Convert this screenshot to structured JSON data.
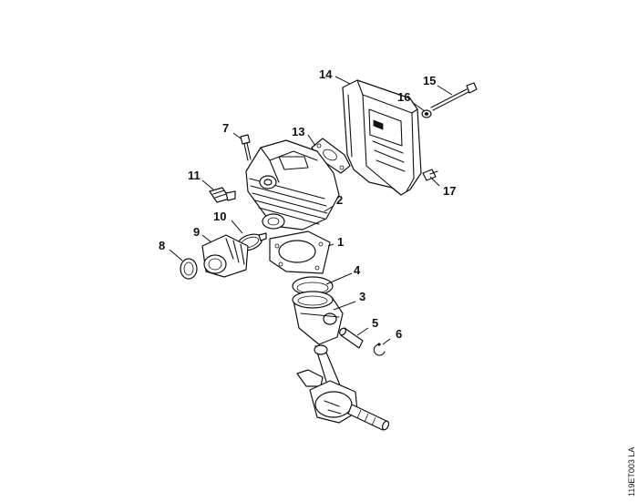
{
  "callouts": [
    {
      "id": "1",
      "label": "1"
    },
    {
      "id": "2",
      "label": "2"
    },
    {
      "id": "3",
      "label": "3"
    },
    {
      "id": "4",
      "label": "4"
    },
    {
      "id": "5",
      "label": "5"
    },
    {
      "id": "6",
      "label": "6"
    },
    {
      "id": "7",
      "label": "7"
    },
    {
      "id": "8",
      "label": "8"
    },
    {
      "id": "9",
      "label": "9"
    },
    {
      "id": "10",
      "label": "10"
    },
    {
      "id": "11",
      "label": "11"
    },
    {
      "id": "13",
      "label": "13"
    },
    {
      "id": "14",
      "label": "14"
    },
    {
      "id": "15",
      "label": "15"
    },
    {
      "id": "16",
      "label": "16"
    },
    {
      "id": "17",
      "label": "17"
    }
  ],
  "drawing_code": "119ET003 LA"
}
